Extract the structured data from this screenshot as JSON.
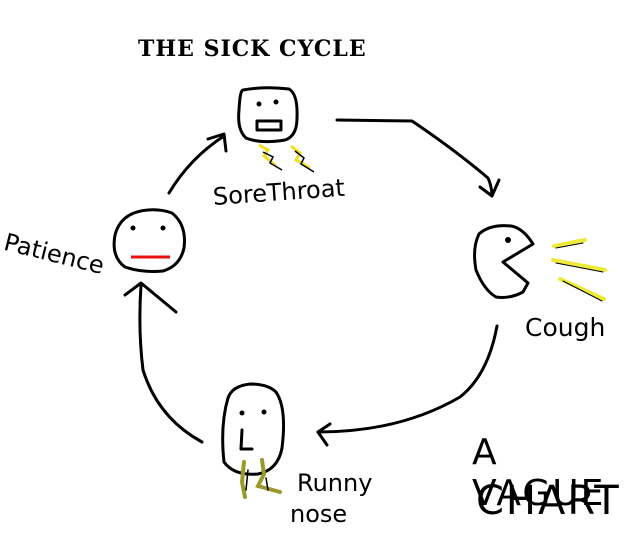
{
  "title": "THE SICK CYCLE",
  "stages": {
    "sore_throat": "SoreThroat",
    "cough": "Cough",
    "runny_nose_line1": "Runny",
    "runny_nose_line2": "nose",
    "patience": "Patience"
  },
  "caption": {
    "line1": "A VAGUE",
    "line2": "CHART"
  },
  "colors": {
    "ink": "#000000",
    "mouth": "#e81010",
    "lightning": "#f0e020",
    "cough_puffs": "#eeea3a",
    "snot": "#9a9a2a"
  }
}
